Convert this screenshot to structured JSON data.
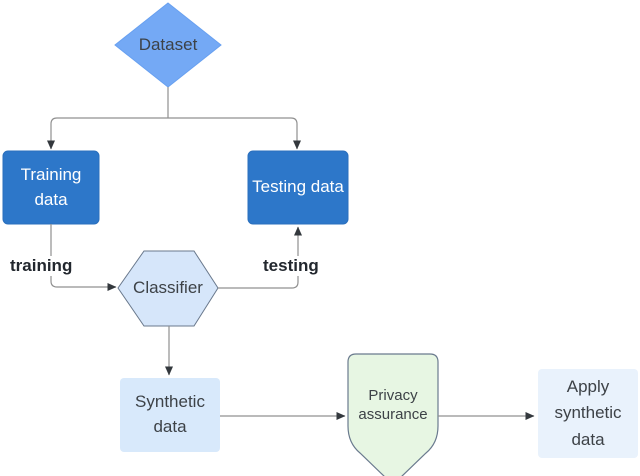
{
  "diagram": {
    "nodes": {
      "dataset": {
        "label": "Dataset",
        "shape": "diamond"
      },
      "training_data": {
        "label": "Training data",
        "shape": "rounded-rect"
      },
      "testing_data": {
        "label": "Testing data",
        "shape": "rounded-rect"
      },
      "classifier": {
        "label": "Classifier",
        "shape": "hexagon"
      },
      "synthetic_data": {
        "label": "Synthetic data",
        "shape": "rounded-rect"
      },
      "privacy_assurance": {
        "label": "Privacy assurance",
        "shape": "shield-down"
      },
      "apply_synthetic_data": {
        "label": "Apply synthetic data",
        "shape": "rounded-rect"
      }
    },
    "edge_labels": {
      "training": "training",
      "testing": "testing"
    },
    "edges": [
      {
        "from": "dataset",
        "to": "training_data"
      },
      {
        "from": "dataset",
        "to": "testing_data"
      },
      {
        "from": "training_data",
        "to": "classifier",
        "label": "training"
      },
      {
        "from": "classifier",
        "to": "testing_data",
        "label": "testing"
      },
      {
        "from": "classifier",
        "to": "synthetic_data"
      },
      {
        "from": "synthetic_data",
        "to": "privacy_assurance"
      },
      {
        "from": "privacy_assurance",
        "to": "apply_synthetic_data"
      }
    ],
    "colors": {
      "diamond_fill": "#74a9f5",
      "diamond_stroke": "#68a0f0",
      "solid_blue_fill": "#2d77c9",
      "solid_blue_stroke": "#2a6fbd",
      "hexagon_fill": "#d6e6fa",
      "hexagon_stroke": "#69788c",
      "synthetic_fill": "#d8e9fb",
      "apply_fill": "#e9f2fc",
      "shield_fill": "#e7f6e3",
      "shield_stroke": "#6a7a8e",
      "line": "#909090",
      "arrowhead": "#33383d",
      "dark_text": "#3d4247",
      "bold_label_text": "#22272e",
      "white_text": "#ffffff"
    }
  }
}
